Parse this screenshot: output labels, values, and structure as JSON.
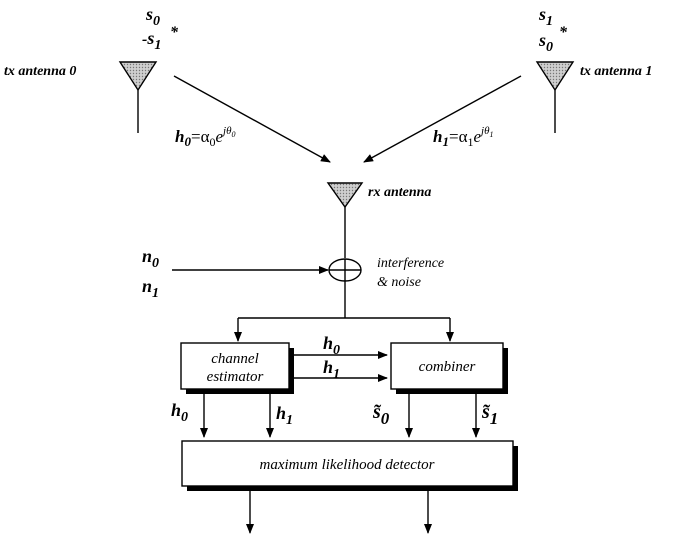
{
  "tx0": {
    "label": "tx antenna 0",
    "sym_top": "s",
    "sym_top_sub": "0",
    "sym_top_sup": "*",
    "sym_bot_sign": "-",
    "sym_bot": "s",
    "sym_bot_sub": "1"
  },
  "tx1": {
    "label": "tx antenna 1",
    "sym_top": "s",
    "sym_top_sub": "1",
    "sym_top_sup": "*",
    "sym_bot": "s",
    "sym_bot_sub": "0"
  },
  "h0_channel": {
    "lhs": "h",
    "lhs_sub": "0",
    "eq": "=",
    "rhs": "α",
    "rhs_sub": "0",
    "e": "e",
    "exp": "jθ",
    "exp_sub": "0"
  },
  "h1_channel": {
    "lhs": "h",
    "lhs_sub": "1",
    "eq": "=",
    "rhs": "α",
    "rhs_sub": "1",
    "e": "e",
    "exp": "jθ",
    "exp_sub": "1"
  },
  "rx": {
    "label": "rx antenna"
  },
  "noise": {
    "n0": "n",
    "n0_sub": "0",
    "n1": "n",
    "n1_sub": "1",
    "label_line1": "interference",
    "label_line2": "& noise"
  },
  "channel_estimator": {
    "line1": "channel",
    "line2": "estimator"
  },
  "combiner": {
    "label": "combiner"
  },
  "links": {
    "h0_mid": "h",
    "h0_mid_sub": "0",
    "h1_mid": "h",
    "h1_mid_sub": "1",
    "h0_down": "h",
    "h0_down_sub": "0",
    "h1_down": "h",
    "h1_down_sub": "1",
    "s0_tilde": "s̃",
    "s0_tilde_sub": "0",
    "s1_tilde": "s̃",
    "s1_tilde_sub": "1"
  },
  "ml_detector": {
    "label": "maximum likelihood detector"
  }
}
